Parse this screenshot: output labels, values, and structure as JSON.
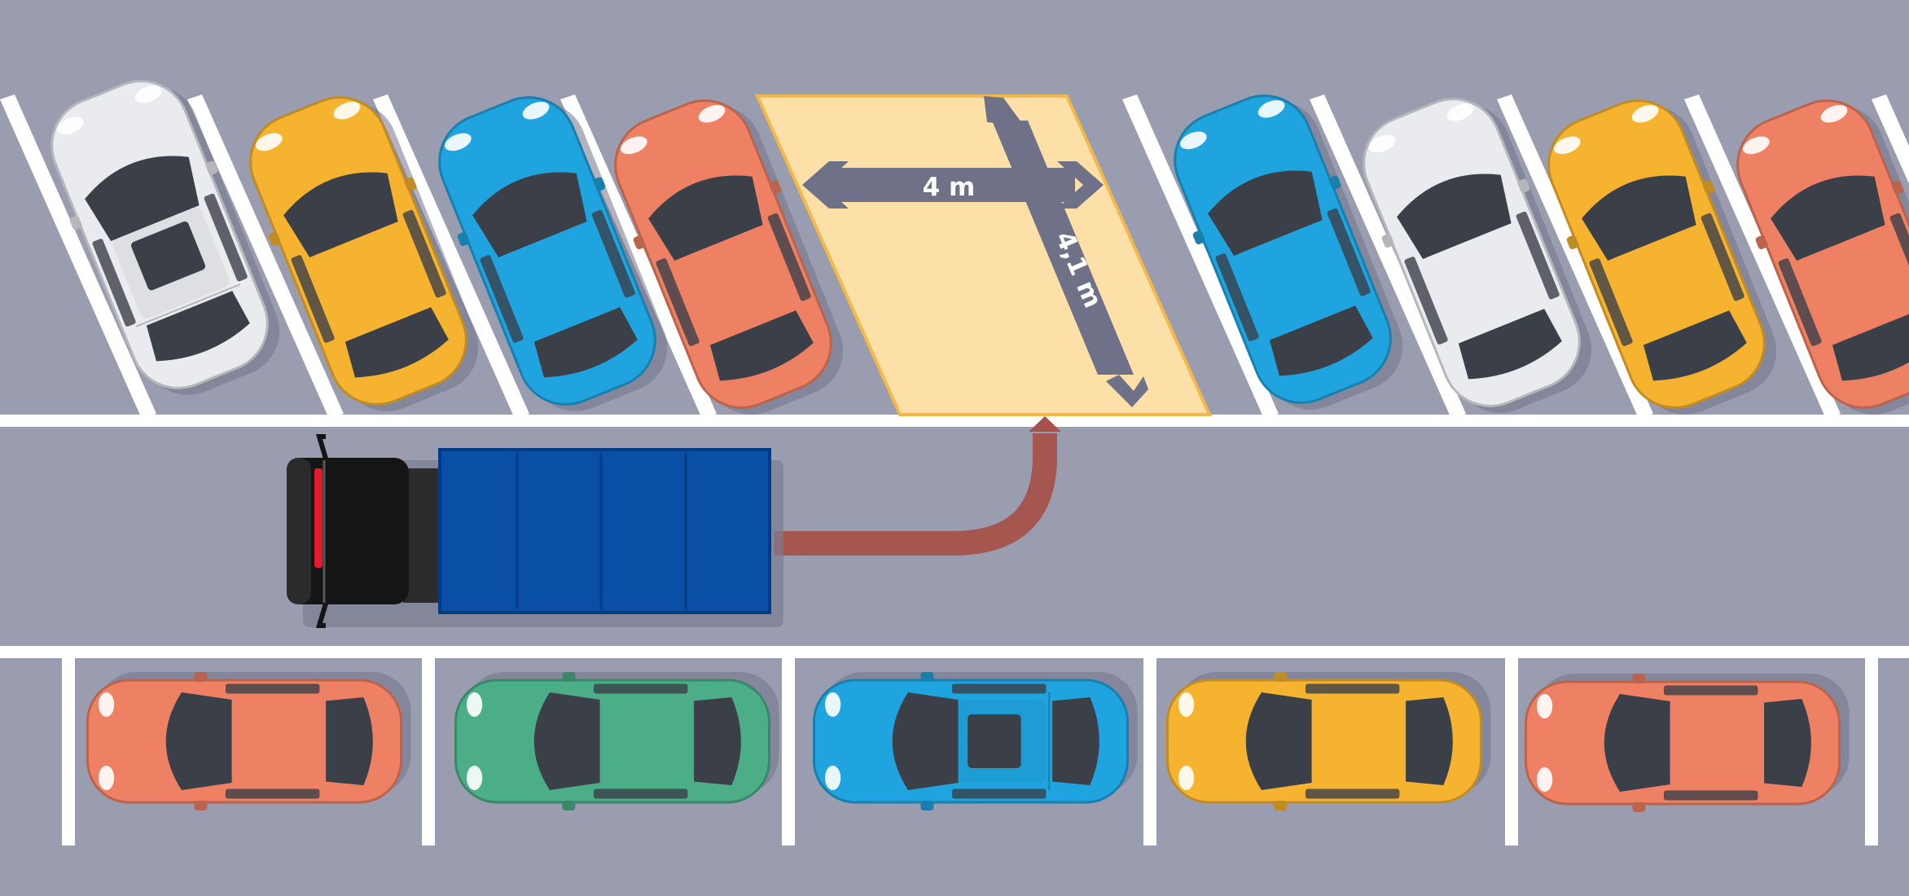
{
  "colors": {
    "asphalt": "#9a9caf",
    "line": "#ffffff",
    "free_spot_fill": "#fde0a8",
    "free_spot_border": "#f2b84a",
    "dimension_arrow": "#6e7187",
    "route": "#a4524a",
    "truck_cargo": "#0a4fa6",
    "truck_cab": "#151515",
    "truck_accent": "#e01c2e"
  },
  "free_spot": {
    "width_label": "4 m",
    "length_label": "4,1 m"
  },
  "top_row_cars": [
    {
      "color": "#e9ebef",
      "type": "suv"
    },
    {
      "color": "#f6b330",
      "type": "hatchback"
    },
    {
      "color": "#20a4df",
      "type": "hatchback"
    },
    {
      "color": "#ee8063",
      "type": "hatchback"
    },
    {
      "color": "#20a4df",
      "type": "hatchback"
    },
    {
      "color": "#e9ebef",
      "type": "hatchback"
    },
    {
      "color": "#f6b330",
      "type": "hatchback"
    },
    {
      "color": "#ee8063",
      "type": "hatchback"
    }
  ],
  "bottom_row_cars": [
    {
      "color": "#ee8063",
      "type": "sedan"
    },
    {
      "color": "#4cae86",
      "type": "hatchback"
    },
    {
      "color": "#20a4df",
      "type": "suv"
    },
    {
      "color": "#f6b330",
      "type": "hatchback"
    },
    {
      "color": "#ee8063",
      "type": "sedan"
    }
  ]
}
